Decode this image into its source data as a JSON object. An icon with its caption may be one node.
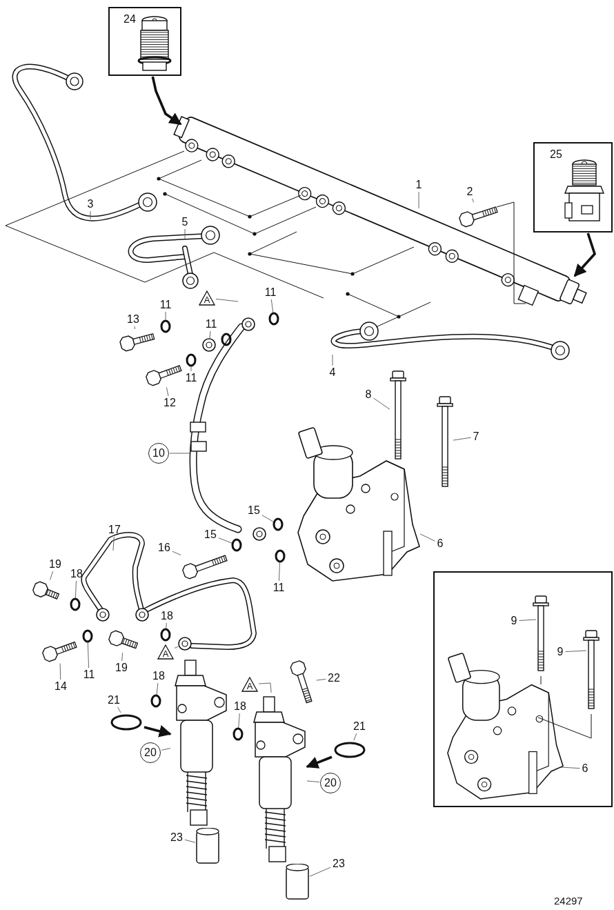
{
  "diagram": {
    "nodes": [
      {
        "text": [
          "24"
        ]
      },
      {
        "text": [
          "25"
        ]
      },
      {
        "text": [
          "1"
        ]
      },
      {
        "text": [
          "2"
        ]
      },
      {
        "text": [
          "3"
        ]
      },
      {
        "text": [
          "4"
        ]
      },
      {
        "text": [
          "5"
        ]
      },
      {
        "text": [
          "A"
        ]
      },
      {
        "text": [
          "11"
        ]
      },
      {
        "text": [
          "11"
        ]
      },
      {
        "text": [
          "11"
        ]
      },
      {
        "text": [
          "13"
        ]
      },
      {
        "text": [
          "12"
        ]
      },
      {
        "text": [
          "11"
        ]
      },
      {
        "text": [
          "8"
        ]
      },
      {
        "text": [
          "7"
        ]
      },
      {
        "text": [
          "10"
        ]
      },
      {
        "text": [
          "15"
        ]
      },
      {
        "text": [
          "15"
        ]
      },
      {
        "text": [
          "16"
        ]
      },
      {
        "text": [
          "6"
        ]
      },
      {
        "text": [
          "11"
        ]
      },
      {
        "text": [
          "17"
        ]
      },
      {
        "text": [
          "19"
        ]
      },
      {
        "text": [
          "18"
        ]
      },
      {
        "text": [
          "18"
        ]
      },
      {
        "text": [
          "14"
        ]
      },
      {
        "text": [
          "11"
        ]
      },
      {
        "text": [
          "19"
        ]
      },
      {
        "text": [
          "A"
        ]
      },
      {
        "text": [
          "18"
        ]
      },
      {
        "text": [
          "22"
        ]
      },
      {
        "text": [
          "A"
        ]
      },
      {
        "text": [
          "18"
        ]
      },
      {
        "text": [
          "21"
        ]
      },
      {
        "text": [
          "21"
        ]
      },
      {
        "text": [
          "20"
        ]
      },
      {
        "text": [
          "20"
        ]
      },
      {
        "text": [
          "23"
        ]
      },
      {
        "text": [
          "23"
        ]
      },
      {
        "text": [],
        "shape": "box"
      },
      {
        "text": [
          "9"
        ],
        "in": 40
      },
      {
        "text": [
          "9"
        ],
        "in": 40
      },
      {
        "text": [
          "6"
        ],
        "in": 40
      },
      {
        "text": [],
        "shape": "circle"
      },
      {
        "text": [],
        "shape": "circle"
      },
      {
        "text": [],
        "shape": "picture"
      },
      {
        "text": [],
        "shape": "picture"
      },
      {
        "text": [],
        "shape": "cylinder"
      },
      {
        "text": [],
        "shape": "cylinder"
      },
      {
        "text": [],
        "shape": "picture"
      },
      {
        "text": [],
        "shape": "picture"
      },
      {
        "text": [],
        "shape": "picture"
      },
      {
        "text": [],
        "shape": "circle"
      },
      {
        "text": [],
        "shape": "picture"
      },
      {
        "text": [],
        "shape": "picture"
      },
      {
        "text": [],
        "shape": "circle"
      },
      {
        "text": [],
        "shape": "circle"
      },
      {
        "text": [],
        "shape": "picture"
      },
      {
        "text": [],
        "shape": "circle"
      },
      {
        "text": [],
        "shape": "picture"
      },
      {
        "text": [],
        "shape": "circle"
      },
      {
        "text": [],
        "shape": "circle"
      },
      {
        "text": [],
        "shape": "circle"
      },
      {
        "text": [],
        "shape": "picture"
      },
      {
        "text": [],
        "shape": "circle"
      },
      {
        "text": [],
        "shape": "circle"
      },
      {
        "text": [],
        "shape": "picture"
      },
      {
        "text": [],
        "shape": "circle"
      },
      {
        "text": [],
        "shape": "picture"
      },
      {
        "text": [],
        "shape": "circle"
      },
      {
        "text": [],
        "shape": "picture"
      },
      {
        "text": [],
        "shape": "circle"
      },
      {
        "text": [],
        "shape": "picture"
      }
    ],
    "edges": [
      {
        "from": 0,
        "to": null,
        "arrow": "to",
        "style": "thick"
      },
      {
        "from": 1,
        "to": null,
        "arrow": "to",
        "style": "thick"
      },
      {
        "from": 44,
        "to": 46,
        "arrow": "to",
        "style": "thick"
      },
      {
        "from": 45,
        "to": 47,
        "arrow": "to",
        "style": "thick"
      },
      {
        "from": 2,
        "to": null,
        "arrow": "none"
      },
      {
        "from": 3,
        "to": 71,
        "arrow": "none"
      },
      {
        "from": 4,
        "to": null,
        "arrow": "none"
      },
      {
        "from": 5,
        "to": null,
        "arrow": "none"
      },
      {
        "from": 6,
        "to": null,
        "arrow": "none"
      },
      {
        "from": 7,
        "to": null,
        "arrow": "none"
      },
      {
        "from": 8,
        "to": 56,
        "arrow": "none"
      },
      {
        "from": 9,
        "to": 72,
        "arrow": "none"
      },
      {
        "from": 10,
        "to": 57,
        "arrow": "none"
      },
      {
        "from": 11,
        "to": 50,
        "arrow": "none"
      },
      {
        "from": 12,
        "to": 58,
        "arrow": "none"
      },
      {
        "from": 13,
        "to": 59,
        "arrow": "none"
      },
      {
        "from": 14,
        "to": 60,
        "arrow": "none"
      },
      {
        "from": 15,
        "to": 51,
        "arrow": "none"
      },
      {
        "from": 16,
        "to": null,
        "arrow": "none"
      },
      {
        "from": 17,
        "to": 61,
        "arrow": "none"
      },
      {
        "from": 18,
        "to": 62,
        "arrow": "none"
      },
      {
        "from": 19,
        "to": 52,
        "arrow": "none"
      },
      {
        "from": 20,
        "to": 73,
        "arrow": "none"
      },
      {
        "from": 21,
        "to": 63,
        "arrow": "none"
      },
      {
        "from": 22,
        "to": null,
        "arrow": "none"
      },
      {
        "from": 23,
        "to": 64,
        "arrow": "none"
      },
      {
        "from": 24,
        "to": 53,
        "arrow": "none"
      },
      {
        "from": 25,
        "to": 65,
        "arrow": "none"
      },
      {
        "from": 26,
        "to": 54,
        "arrow": "none"
      },
      {
        "from": 27,
        "to": 66,
        "arrow": "none"
      },
      {
        "from": 28,
        "to": 67,
        "arrow": "none"
      },
      {
        "from": 29,
        "to": 55,
        "arrow": "none"
      },
      {
        "from": 30,
        "to": 68,
        "arrow": "none"
      },
      {
        "from": 31,
        "to": 69,
        "arrow": "none"
      },
      {
        "from": 32,
        "to": 47,
        "arrow": "none"
      },
      {
        "from": 33,
        "to": 70,
        "arrow": "none"
      },
      {
        "from": 34,
        "to": 44,
        "arrow": "none"
      },
      {
        "from": 35,
        "to": 45,
        "arrow": "none"
      },
      {
        "from": 36,
        "to": 46,
        "arrow": "none"
      },
      {
        "from": 37,
        "to": 47,
        "arrow": "none"
      },
      {
        "from": 38,
        "to": 48,
        "arrow": "none"
      },
      {
        "from": 39,
        "to": 49,
        "arrow": "none"
      },
      {
        "from": 41,
        "to": null,
        "arrow": "none"
      },
      {
        "from": 42,
        "to": null,
        "arrow": "none"
      },
      {
        "from": 43,
        "to": null,
        "arrow": "none"
      }
    ],
    "labels": [
      "24297"
    ]
  }
}
